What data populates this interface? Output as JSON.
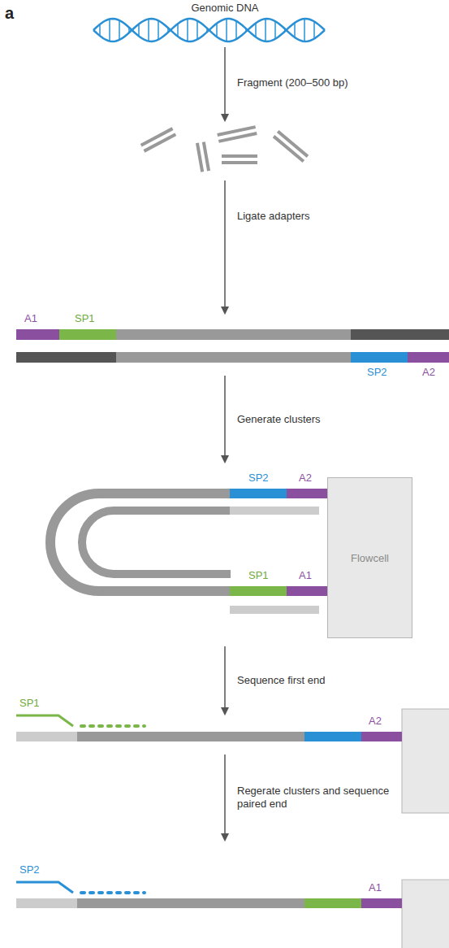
{
  "diagram": {
    "nodes": [
      {
        "text": [
          "Flowcell"
        ]
      }
    ],
    "labels": [
      "a",
      "Genomic DNA",
      "Fragment (200–500 bp)",
      "Ligate adapters",
      "A1",
      "SP1",
      "SP2",
      "A2",
      "Generate clusters",
      "SP2",
      "A2",
      "SP1",
      "A1",
      "Sequence first end",
      "SP1",
      "A2",
      "Regerate clusters and sequence paired end",
      "SP2",
      "A1"
    ]
  }
}
